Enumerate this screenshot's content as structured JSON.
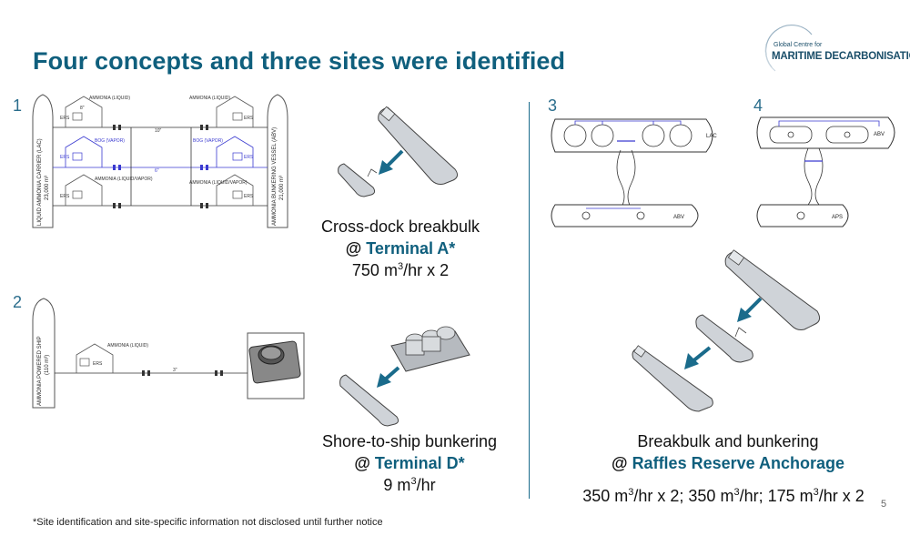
{
  "slide": {
    "title": "Four concepts and three sites were identified",
    "page_number": "5",
    "footnote": "*Site identification and site-specific information not disclosed until further notice"
  },
  "logo": {
    "line1": "Global Centre for",
    "line2": "MARITIME DECARBONISATION"
  },
  "concept1": {
    "number": "1",
    "left_vessel": "LIQUID AMMONIA CARRIER (LAC)",
    "left_capacity": "23,000 m³",
    "right_vessel": "AMMONIA BUNKERING VESSEL (ABV)",
    "right_capacity": "21,000 m³",
    "label_liquid": "AMMONIA (LIQUID)",
    "label_bog": "BOG (VAPOR)",
    "label_liqvap": "AMMONIA (LIQUID/VAPOR)",
    "ers": "ERS",
    "pipe_10": "10\"",
    "pipe_8": "8\"",
    "pipe_6": "6\"",
    "caption_line1": "Cross-dock breakbulk",
    "caption_at": "@ ",
    "caption_site": "Terminal A*",
    "caption_rate_pre": "750 m",
    "caption_rate_sup": "3",
    "caption_rate_post": "/hr x 2"
  },
  "concept2": {
    "number": "2",
    "vessel": "AMMONIA POWERED SHIP",
    "capacity": "(110 m³)",
    "label_liquid": "AMMONIA (LIQUID)",
    "ers": "ERS",
    "pipe_3": "3\"",
    "caption_line1": "Shore-to-ship bunkering",
    "caption_at": "@ ",
    "caption_site": "Terminal D*",
    "caption_rate_pre": "9 m",
    "caption_rate_sup": "3",
    "caption_rate_post": "/hr"
  },
  "concept3": {
    "number": "3",
    "top_vessel": "LAC",
    "bottom_vessel": "ABV"
  },
  "concept4": {
    "number": "4",
    "top_vessel": "ABV",
    "bottom_vessel": "APS"
  },
  "concept34": {
    "caption_line1": "Breakbulk and bunkering",
    "caption_at": "@ ",
    "caption_site": "Raffles Reserve Anchorage",
    "rate1_pre": "350 m",
    "rate1_post": "/hr x 2; ",
    "rate2_pre": "350 m",
    "rate2_post": "/hr; ",
    "rate3_pre": "175 m",
    "rate3_post": "/hr x 2",
    "sup": "3"
  },
  "colors": {
    "title": "#0f5f7d",
    "accent_arrow": "#1a6b8b",
    "vapor_line": "#3a3ad0",
    "ship_fill": "#cfd3d8"
  }
}
